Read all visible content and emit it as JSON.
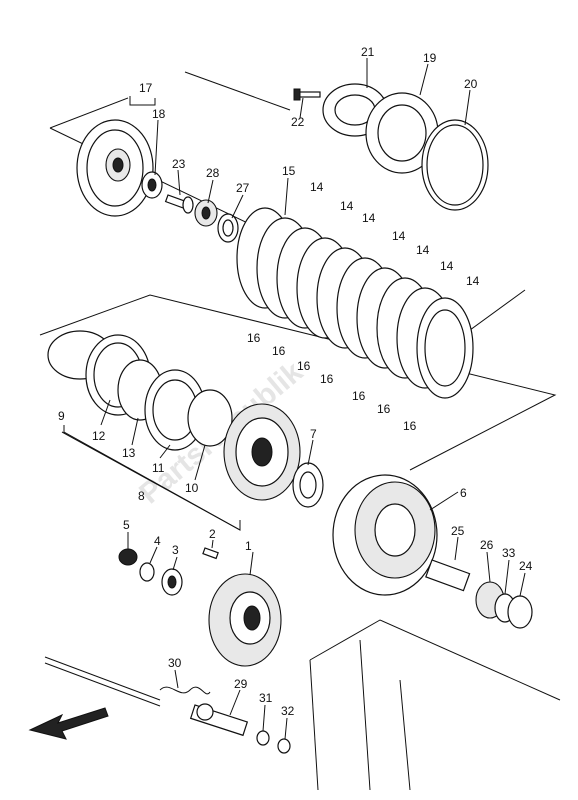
{
  "watermark": "PartsRepublik",
  "callouts": [
    "1",
    "2",
    "3",
    "4",
    "5",
    "6",
    "7",
    "8",
    "9",
    "10",
    "11",
    "12",
    "13",
    "14",
    "15",
    "16",
    "17",
    "18",
    "19",
    "20",
    "21",
    "22",
    "23",
    "24",
    "25",
    "26",
    "27",
    "28",
    "29",
    "30",
    "31",
    "32",
    "33"
  ],
  "icons": [
    "direction-arrow-icon"
  ]
}
